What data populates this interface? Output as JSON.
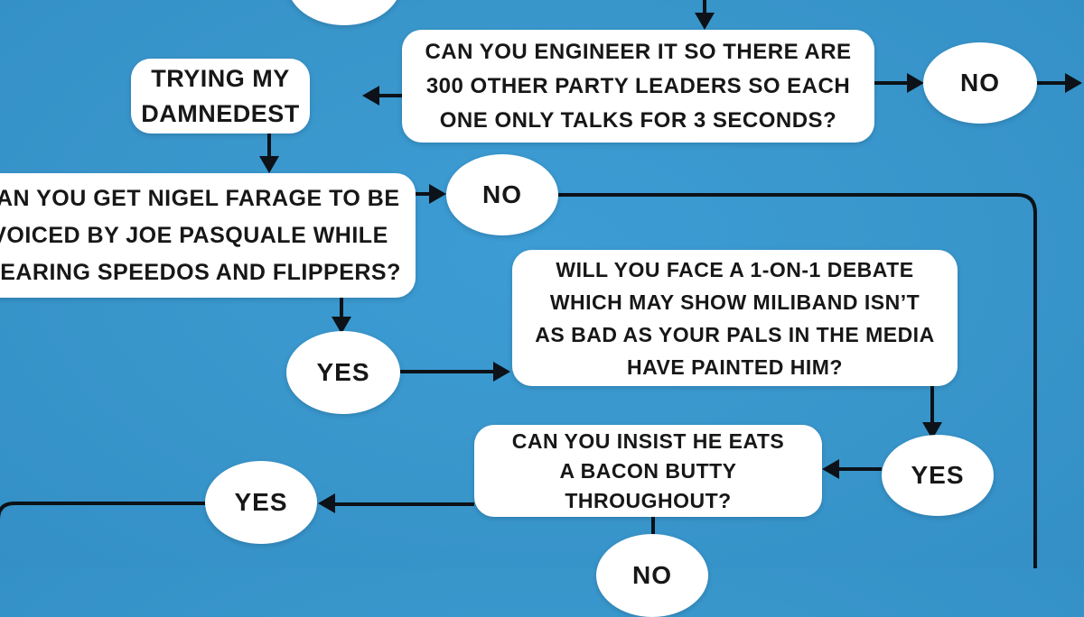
{
  "background_color": "#3996CB",
  "line_color": "#0C1218",
  "box_color": "#FFFFFF",
  "text_color": "#171717",
  "nodes": {
    "top_partial": {
      "label": ""
    },
    "trying": {
      "label": [
        "TRYING MY",
        "DAMNEDEST"
      ]
    },
    "engineer": {
      "label": [
        "CAN YOU ENGINEER IT SO THERE ARE",
        "300 OTHER PARTY LEADERS SO EACH",
        "ONE ONLY TALKS FOR 3 SECONDS?"
      ]
    },
    "no_top": {
      "label": "NO"
    },
    "farage": {
      "label": [
        "CAN YOU GET NIGEL FARAGE TO BE",
        "VOICED BY JOE PASQUALE WHILE",
        "WEARING SPEEDOS AND FLIPPERS?"
      ]
    },
    "no_mid": {
      "label": "NO"
    },
    "debate": {
      "label": [
        "WILL YOU FACE A 1-ON-1 DEBATE",
        "WHICH MAY SHOW MILIBAND ISN’T",
        "AS BAD AS YOUR PALS IN THE MEDIA",
        "HAVE PAINTED HIM?"
      ]
    },
    "yes_mid": {
      "label": "YES"
    },
    "bacon": {
      "label": [
        "CAN YOU INSIST HE EATS",
        "A BACON BUTTY",
        "THROUGHOUT?"
      ]
    },
    "yes_right": {
      "label": "YES"
    },
    "yes_bottom": {
      "label": "YES"
    },
    "no_bottom": {
      "label": "NO"
    }
  }
}
